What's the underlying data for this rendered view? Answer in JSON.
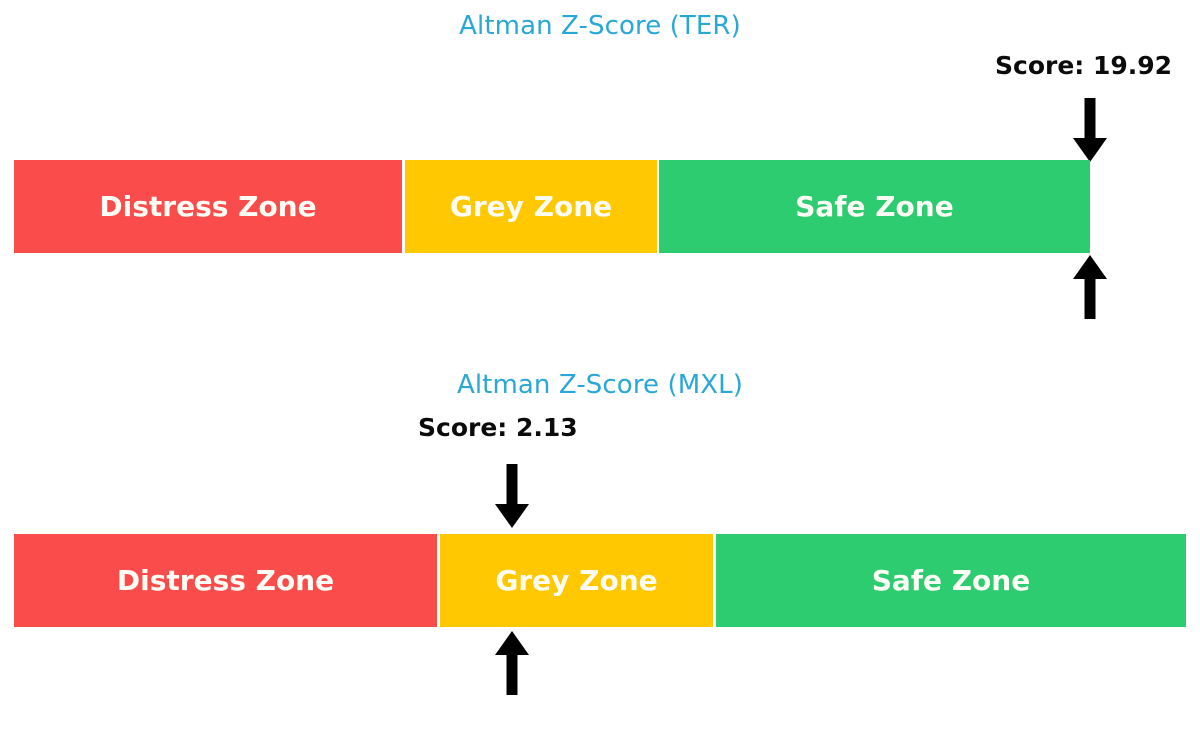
{
  "chart_data": [
    {
      "type": "bar",
      "title": "Altman Z-Score (TER)",
      "subtitle": "",
      "xlabel": "",
      "ylabel": "",
      "orientation": "horizontal-stacked-gauge",
      "score_label": "Score: 19.92",
      "score_value": 19.92,
      "marker_position_pct": 100,
      "categories": [
        "Distress Zone",
        "Grey Zone",
        "Safe Zone"
      ],
      "values": [
        36.1,
        23.4,
        40.1
      ],
      "segment_colors": [
        "#fb4c4c",
        "#ffc800",
        "#2ecc71"
      ],
      "legend": "none",
      "grid": false,
      "annotations": [
        {
          "name": "score-marker-down",
          "icon": "arrow-down-icon",
          "text": "Score: 19.92"
        },
        {
          "name": "score-marker-up",
          "icon": "arrow-up-icon",
          "text": ""
        }
      ]
    },
    {
      "type": "bar",
      "title": "Altman Z-Score (MXL)",
      "subtitle": "",
      "xlabel": "",
      "ylabel": "",
      "orientation": "horizontal-stacked-gauge",
      "score_label": "Score: 2.13",
      "score_value": 2.13,
      "marker_position_pct": 42.5,
      "categories": [
        "Distress Zone",
        "Grey Zone",
        "Safe Zone"
      ],
      "values": [
        36.1,
        23.3,
        40.1
      ],
      "segment_colors": [
        "#fb4c4c",
        "#ffc800",
        "#2ecc71"
      ],
      "legend": "none",
      "grid": false,
      "annotations": [
        {
          "name": "score-marker-down",
          "icon": "arrow-down-icon",
          "text": "Score: 2.13"
        },
        {
          "name": "score-marker-up",
          "icon": "arrow-up-icon",
          "text": ""
        }
      ]
    }
  ],
  "theme": {
    "background": "#ffffff",
    "title_color": "#29a8d8",
    "score_text_color": "#0b0b0b",
    "zone_label_color": "#fdfdf6",
    "distress_color": "#fb4c4c",
    "grey_color": "#ffc800",
    "safe_color": "#2ecc71",
    "arrow_color": "#000000"
  }
}
